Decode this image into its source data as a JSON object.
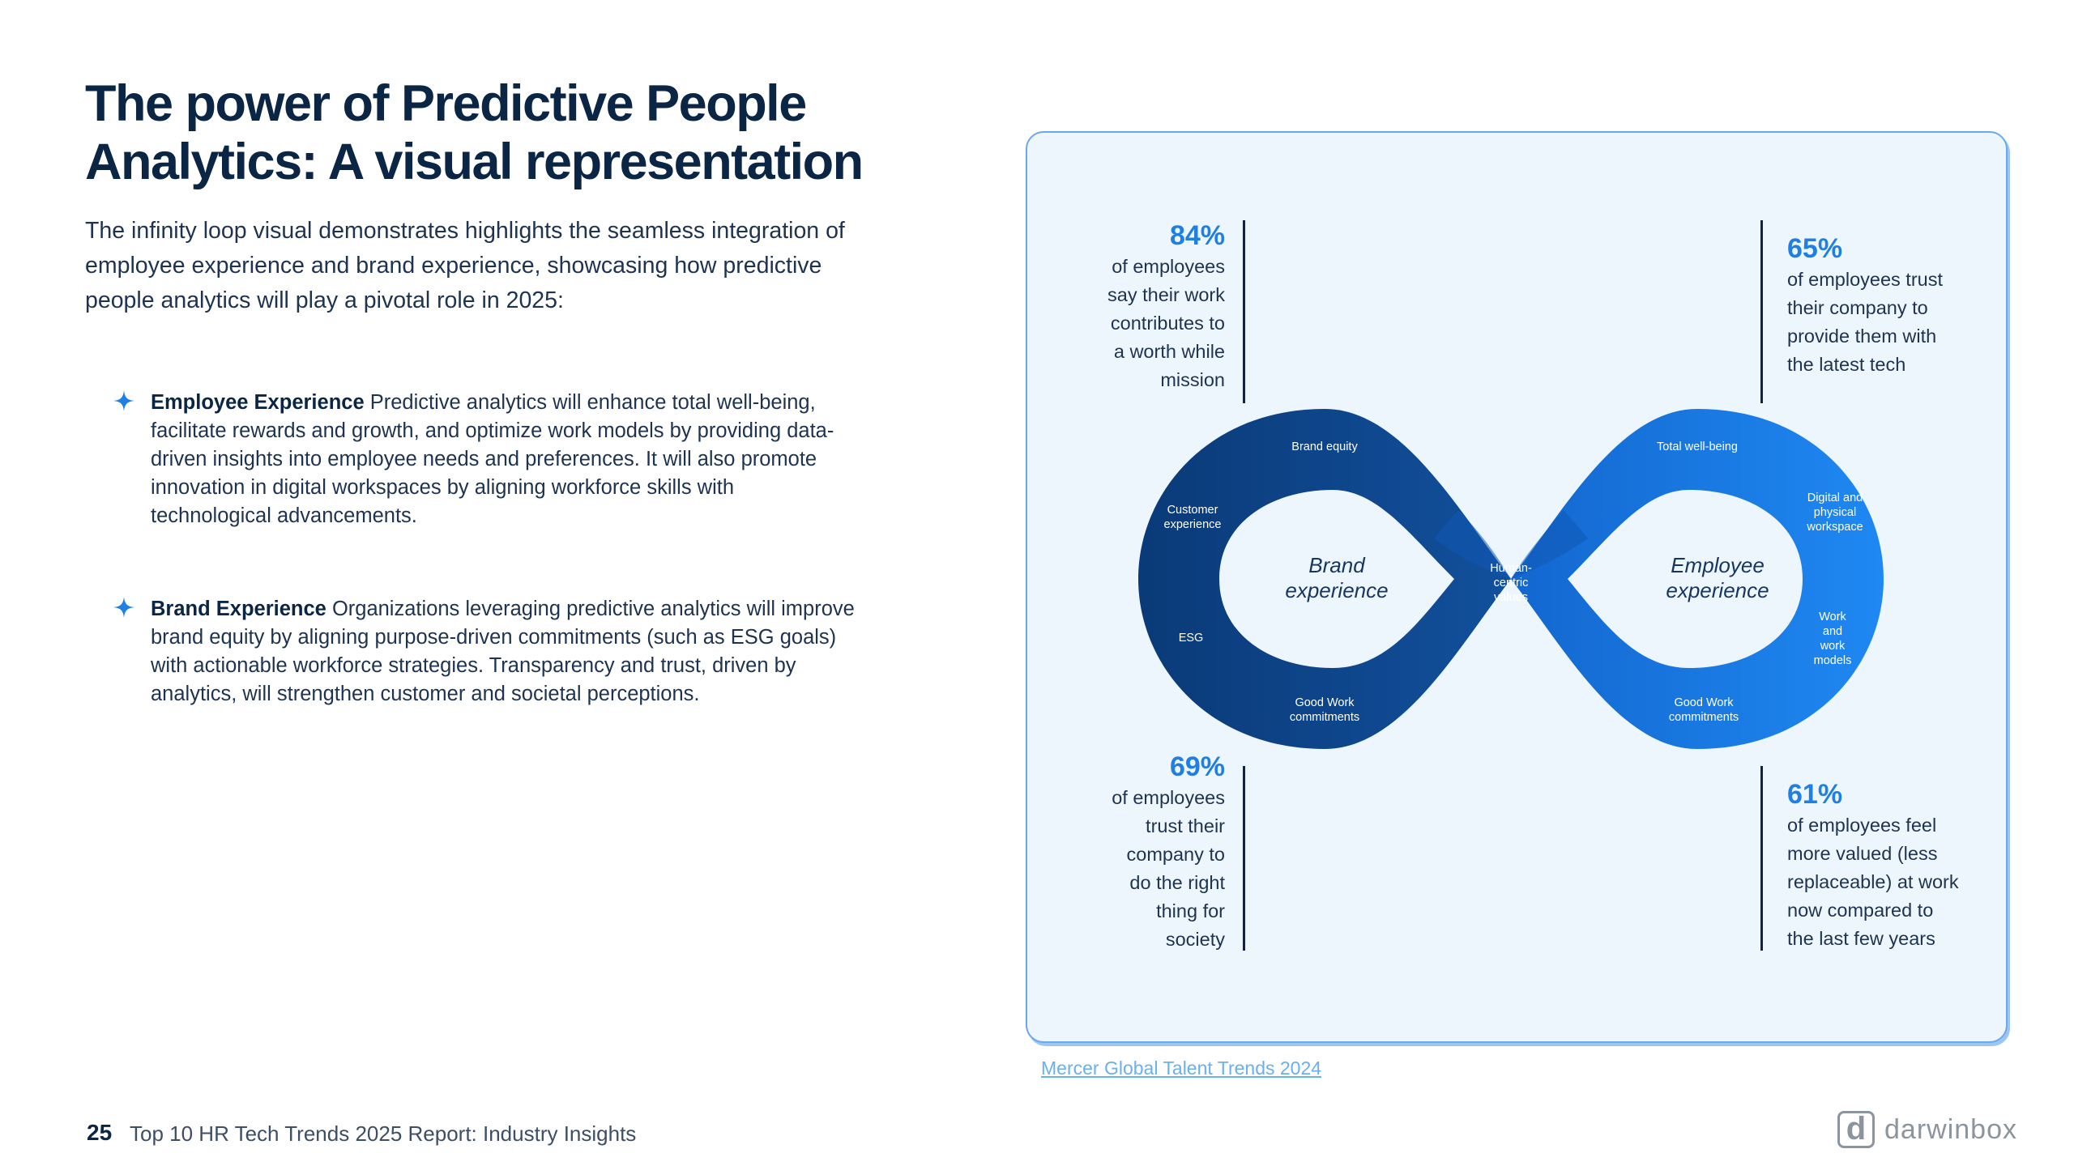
{
  "heading": {
    "line1": "The power of Predictive People",
    "line2": "Analytics: A visual representation"
  },
  "intro": "The infinity loop visual demonstrates highlights the seamless integration of employee experience and brand experience, showcasing how predictive people analytics will play a pivotal role in 2025:",
  "bullets": [
    {
      "title": "Employee Experience",
      "text": "Predictive analytics will enhance total well-being, facilitate rewards and growth, and optimize work models by providing data-driven insights into employee needs and preferences. It will also promote innovation in digital workspaces by aligning workforce skills with technological advancements."
    },
    {
      "title": "Brand Experience",
      "text": "Organizations leveraging predictive analytics will improve brand equity by aligning purpose-driven commitments (such as ESG goals) with actionable workforce strategies. Transparency and trust, driven by analytics, will strengthen customer and societal perceptions."
    }
  ],
  "stats": {
    "top_left": {
      "pct": "84%",
      "lines": [
        "of employees",
        "say their work",
        "contributes to",
        "a worth while",
        "mission"
      ]
    },
    "top_right": {
      "pct": "65%",
      "lines": [
        "of employees trust",
        "their company to",
        "provide them with",
        "the latest tech"
      ]
    },
    "bottom_left": {
      "pct": "69%",
      "lines": [
        "of employees",
        "trust their",
        "company to",
        "do the right",
        "thing for",
        "society"
      ]
    },
    "bottom_right": {
      "pct": "61%",
      "lines": [
        "of employees feel",
        "more valued (less",
        "replaceable) at work",
        "now compared to",
        "the last few years"
      ]
    }
  },
  "loop": {
    "left_center": [
      "Brand",
      "experience"
    ],
    "right_center": [
      "Employee",
      "experience"
    ],
    "center": [
      "Human-",
      "centric",
      "values"
    ],
    "left_labels": {
      "top": "Brand equity",
      "customer": [
        "Customer",
        "experience"
      ],
      "esg": "ESG",
      "bottom": [
        "Good Work",
        "commitments"
      ]
    },
    "right_labels": {
      "top": "Total well-being",
      "digital": [
        "Digital and",
        "physical",
        "workspace"
      ],
      "work": [
        "Work",
        "and",
        "work",
        "models"
      ],
      "bottom": [
        "Good Work",
        "commitments"
      ]
    }
  },
  "colors": {
    "left_loop_dark": "#0a3a78",
    "left_loop_mid": "#12509c",
    "right_loop_mid": "#1367cf",
    "right_loop_light": "#1f88f2",
    "accent": "#1f7fe3",
    "panel_border": "#6aa9ec"
  },
  "source": "Mercer Global Talent Trends 2024",
  "footer": {
    "page": "25",
    "title": "Top 10 HR Tech Trends 2025 Report: Industry Insights",
    "brand": "darwinbox",
    "brand_mark": "d"
  }
}
